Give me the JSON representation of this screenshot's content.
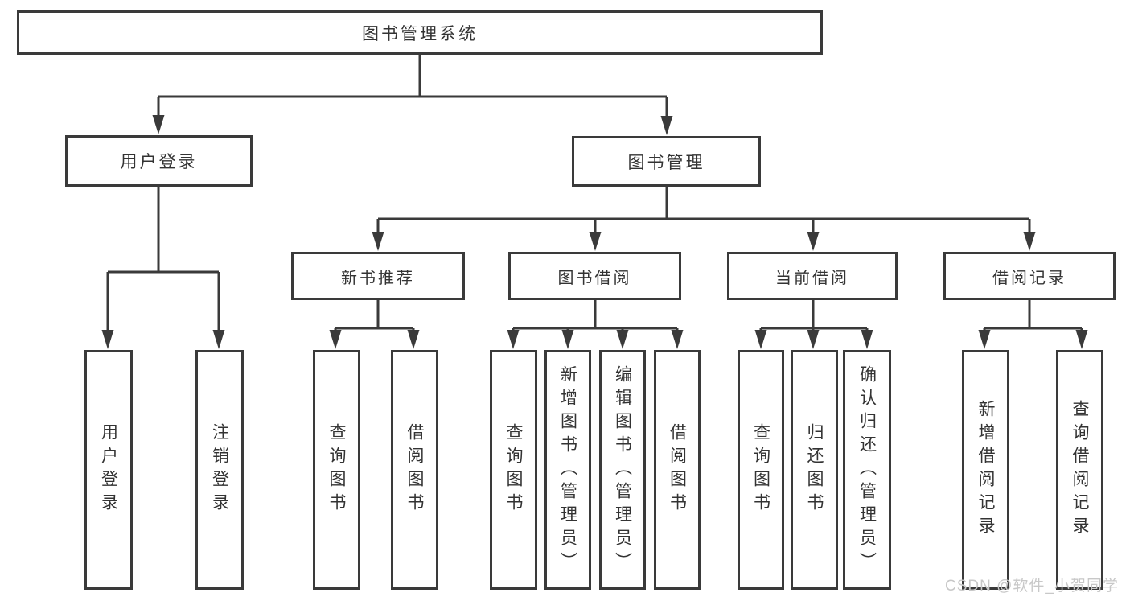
{
  "diagram": {
    "root": "图书管理系统",
    "level2": [
      {
        "label": "用户登录"
      },
      {
        "label": "图书管理"
      }
    ],
    "level3": [
      {
        "label": "新书推荐"
      },
      {
        "label": "图书借阅"
      },
      {
        "label": "当前借阅"
      },
      {
        "label": "借阅记录"
      }
    ],
    "leaves": [
      {
        "label": "用户登录"
      },
      {
        "label": "注销登录"
      },
      {
        "label": "查询图书"
      },
      {
        "label": "借阅图书"
      },
      {
        "label": "查询图书"
      },
      {
        "label": "新增图书（管理员）"
      },
      {
        "label": "编辑图书（管理员）"
      },
      {
        "label": "借阅图书"
      },
      {
        "label": "查询图书"
      },
      {
        "label": "归还图书"
      },
      {
        "label": "确认归还（管理员）"
      },
      {
        "label": "新增借阅记录"
      },
      {
        "label": "查询借阅记录"
      }
    ],
    "watermark": "CSDN @软件_小贺同学",
    "colors": {
      "line": "#3a3a3a",
      "text": "#333333",
      "box_background": "#ffffff",
      "page_background": "#ffffff",
      "watermark": "#c8c8c8"
    }
  }
}
